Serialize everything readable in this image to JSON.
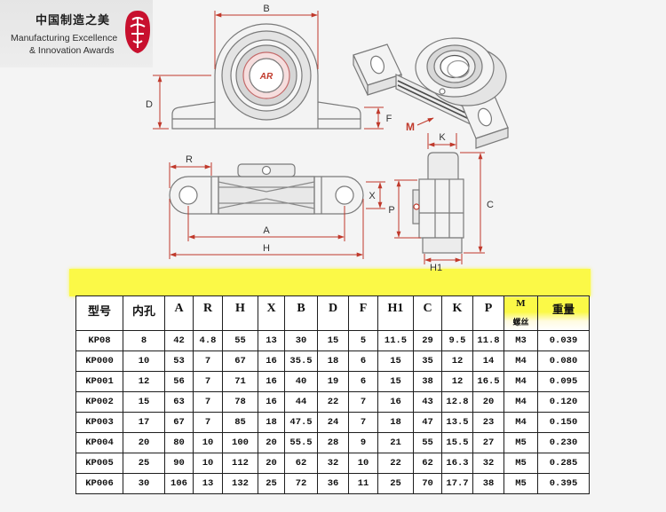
{
  "logo": {
    "title": "中国制造之美",
    "line1": "Manufacturing Excellence",
    "line2": "& Innovation Awards",
    "icon": "award-emblem-icon"
  },
  "drawing": {
    "center_mark": "AR",
    "labels": {
      "B": "B",
      "D": "D",
      "F": "F",
      "M": "M",
      "K": "K",
      "R": "R",
      "X": "X",
      "P": "P",
      "C": "C",
      "A": "A",
      "H": "H",
      "H1": "H1"
    }
  },
  "colors": {
    "highlight_band": "#fbf947",
    "dimension_lines": "#c0392b",
    "drawing_lines": "#7a7a7a",
    "emblem": "#c8102e"
  },
  "table": {
    "headers": [
      "型号",
      "内孔",
      "A",
      "R",
      "H",
      "X",
      "B",
      "D",
      "F",
      "H1",
      "C",
      "K",
      "P",
      "M",
      "重量"
    ],
    "screw_sublabel": "螺丝",
    "rows": [
      [
        "KP08",
        "8",
        "42",
        "4.8",
        "55",
        "13",
        "30",
        "15",
        "5",
        "11.5",
        "29",
        "9.5",
        "11.8",
        "M3",
        "0.039"
      ],
      [
        "KP000",
        "10",
        "53",
        "7",
        "67",
        "16",
        "35.5",
        "18",
        "6",
        "15",
        "35",
        "12",
        "14",
        "M4",
        "0.080"
      ],
      [
        "KP001",
        "12",
        "56",
        "7",
        "71",
        "16",
        "40",
        "19",
        "6",
        "15",
        "38",
        "12",
        "16.5",
        "M4",
        "0.095"
      ],
      [
        "KP002",
        "15",
        "63",
        "7",
        "78",
        "16",
        "44",
        "22",
        "7",
        "16",
        "43",
        "12.8",
        "20",
        "M4",
        "0.120"
      ],
      [
        "KP003",
        "17",
        "67",
        "7",
        "85",
        "18",
        "47.5",
        "24",
        "7",
        "18",
        "47",
        "13.5",
        "23",
        "M4",
        "0.150"
      ],
      [
        "KP004",
        "20",
        "80",
        "10",
        "100",
        "20",
        "55.5",
        "28",
        "9",
        "21",
        "55",
        "15.5",
        "27",
        "M5",
        "0.230"
      ],
      [
        "KP005",
        "25",
        "90",
        "10",
        "112",
        "20",
        "62",
        "32",
        "10",
        "22",
        "62",
        "16.3",
        "32",
        "M5",
        "0.285"
      ],
      [
        "KP006",
        "30",
        "106",
        "13",
        "132",
        "25",
        "72",
        "36",
        "11",
        "25",
        "70",
        "17.7",
        "38",
        "M5",
        "0.395"
      ]
    ]
  }
}
